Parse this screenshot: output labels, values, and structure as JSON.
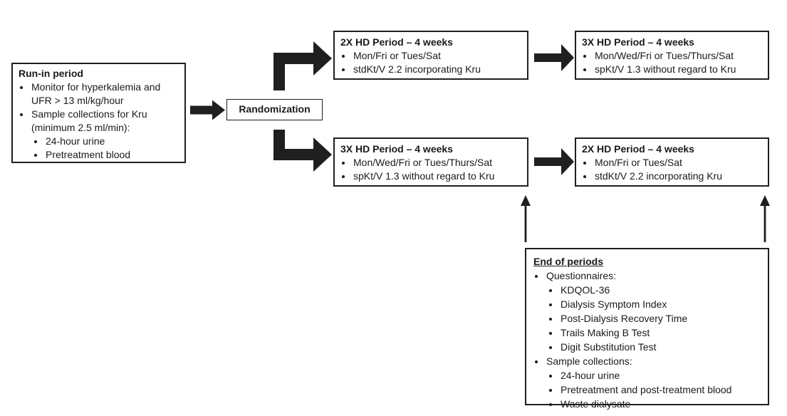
{
  "figure": {
    "run_in": {
      "title": "Run-in period",
      "bullet1": "Monitor for hyperkalemia and UFR > 13 ml/kg/hour",
      "bullet2": "Sample collections for Kru (minimum 2.5 ml/min):",
      "sub1": "24-hour urine",
      "sub2": "Pretreatment blood"
    },
    "randomization": {
      "label": "Randomization"
    },
    "arm_top": {
      "period1": {
        "title": "2X HD Period – 4 weeks",
        "bullet1": "Mon/Fri or Tues/Sat",
        "bullet2": "stdKt/V 2.2 incorporating Kru"
      },
      "period2": {
        "title": "3X HD Period – 4 weeks",
        "bullet1": "Mon/Wed/Fri or Tues/Thurs/Sat",
        "bullet2": "spKt/V 1.3 without regard to Kru"
      }
    },
    "arm_bottom": {
      "period1": {
        "title": "3X HD Period – 4 weeks",
        "bullet1": "Mon/Wed/Fri or Tues/Thurs/Sat",
        "bullet2": "spKt/V 1.3 without regard to Kru"
      },
      "period2": {
        "title": "2X HD Period – 4 weeks",
        "bullet1": "Mon/Fri or Tues/Sat",
        "bullet2": "stdKt/V 2.2 incorporating Kru"
      }
    },
    "end_of_periods": {
      "title": "End of periods",
      "questionnaires_label": "Questionnaires:",
      "questionnaires": [
        "KDQOL-36",
        "Dialysis Symptom Index",
        "Post-Dialysis Recovery Time",
        "Trails Making B Test",
        "Digit Substitution Test"
      ],
      "samples_label": "Sample collections:",
      "samples": [
        "24-hour urine",
        "Pretreatment and post-treatment blood",
        "Waste dialysate"
      ]
    }
  },
  "colors": {
    "ink": "#1f1f1f",
    "paper": "#ffffff"
  }
}
